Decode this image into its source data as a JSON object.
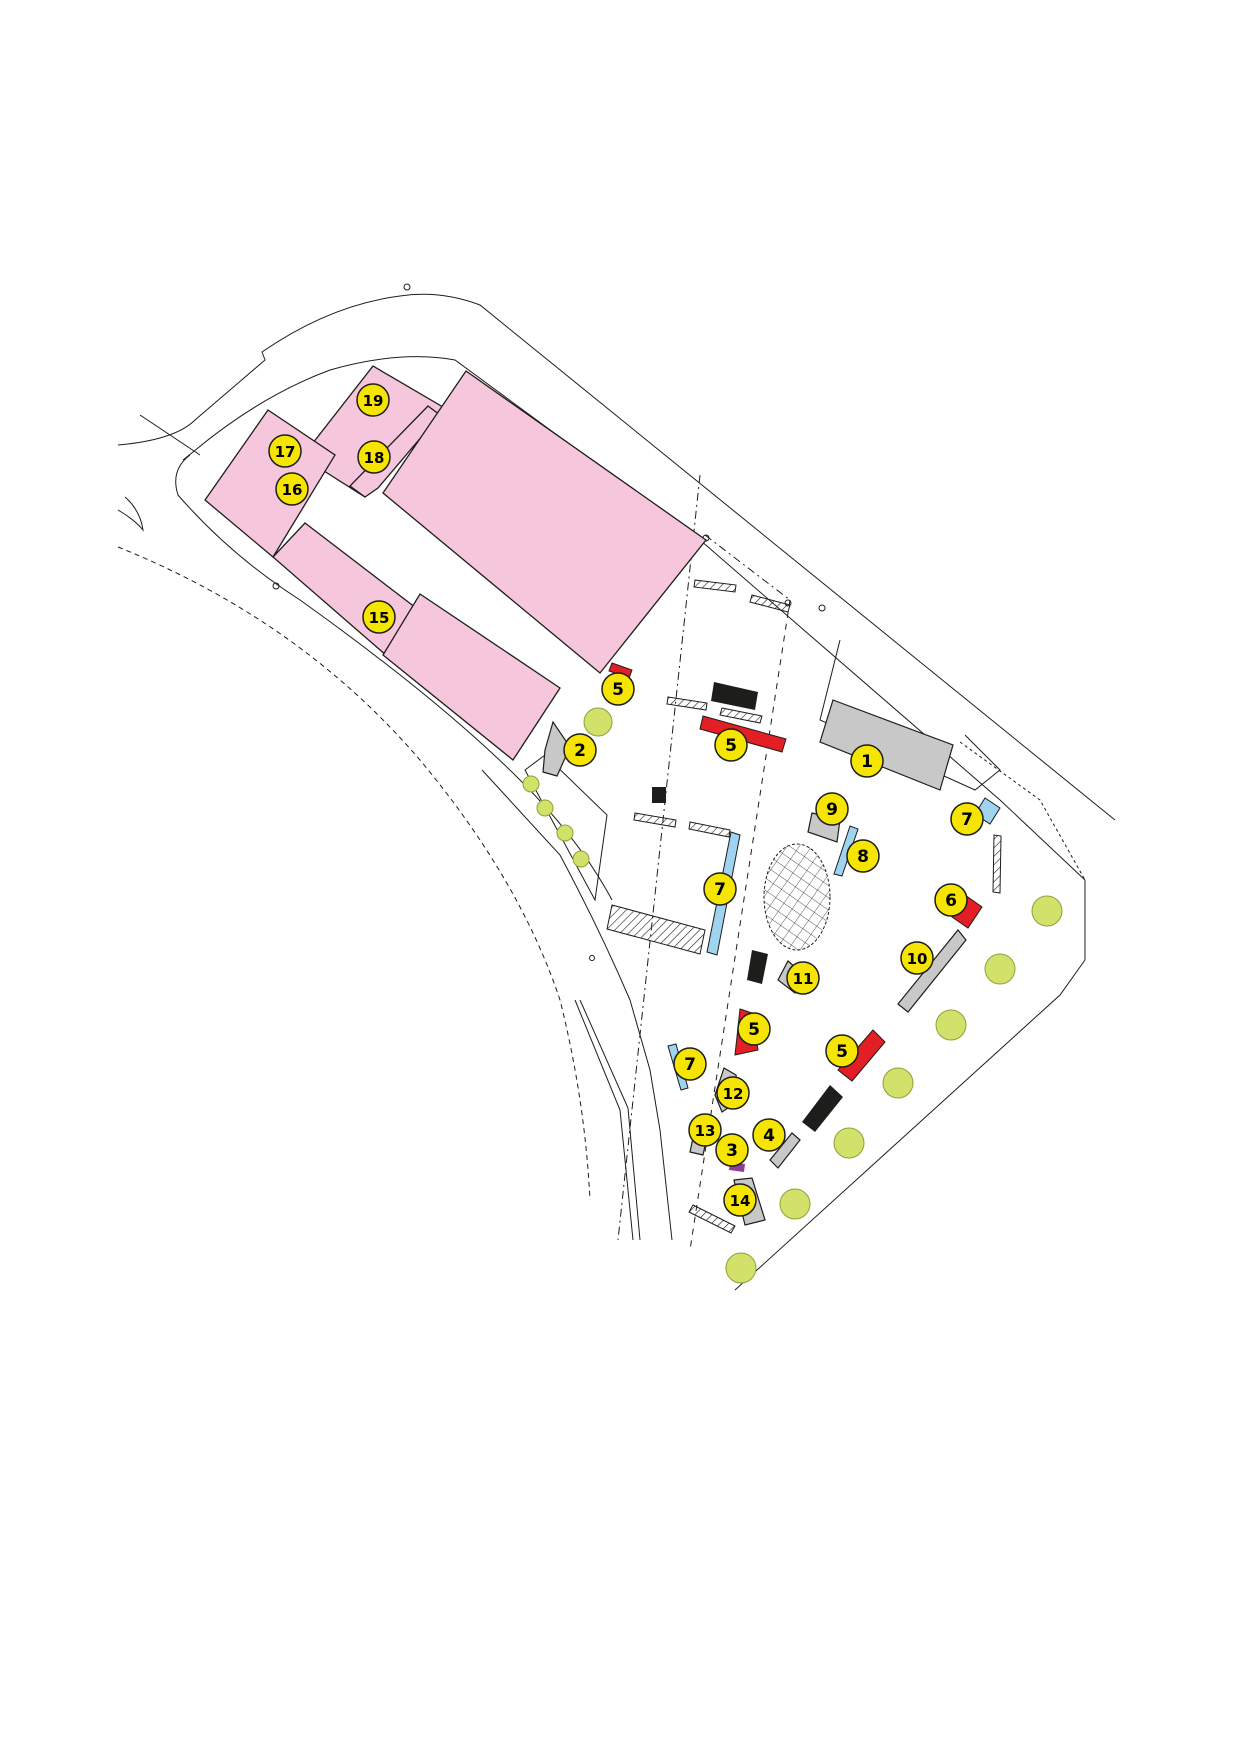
{
  "map": {
    "colors": {
      "building_fill": "#f6c7dc",
      "facility_gray": "#c8c8c8",
      "stage_red": "#e31e24",
      "water_blue": "#9fd3ef",
      "dark_block": "#1d1d1b",
      "purple_block": "#8e3e96",
      "tree_green": "#d2e16a",
      "marker_yellow": "#f6e500",
      "line": "#1d1d1b"
    },
    "markers": [
      {
        "id": "m1",
        "label": "1"
      },
      {
        "id": "m2",
        "label": "2"
      },
      {
        "id": "m3",
        "label": "3"
      },
      {
        "id": "m4",
        "label": "4"
      },
      {
        "id": "m5a",
        "label": "5"
      },
      {
        "id": "m5b",
        "label": "5"
      },
      {
        "id": "m5c",
        "label": "5"
      },
      {
        "id": "m5d",
        "label": "5"
      },
      {
        "id": "m6",
        "label": "6"
      },
      {
        "id": "m7a",
        "label": "7"
      },
      {
        "id": "m7b",
        "label": "7"
      },
      {
        "id": "m7c",
        "label": "7"
      },
      {
        "id": "m8",
        "label": "8"
      },
      {
        "id": "m9",
        "label": "9"
      },
      {
        "id": "m10",
        "label": "10"
      },
      {
        "id": "m11",
        "label": "11"
      },
      {
        "id": "m12",
        "label": "12"
      },
      {
        "id": "m13",
        "label": "13"
      },
      {
        "id": "m14",
        "label": "14"
      },
      {
        "id": "m15",
        "label": "15"
      },
      {
        "id": "m16",
        "label": "16"
      },
      {
        "id": "m17",
        "label": "17"
      },
      {
        "id": "m18",
        "label": "18"
      },
      {
        "id": "m19",
        "label": "19"
      }
    ]
  }
}
